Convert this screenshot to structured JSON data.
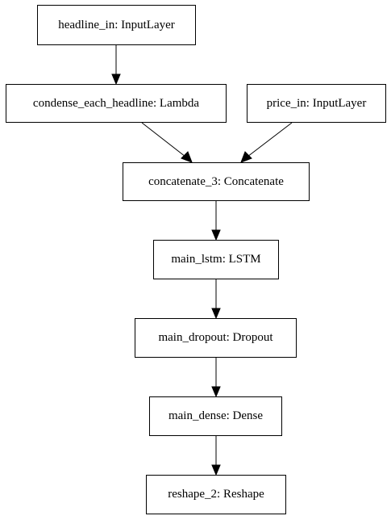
{
  "diagram": {
    "nodes": [
      {
        "id": "headline_in",
        "label": "headline_in: InputLayer"
      },
      {
        "id": "condense_each_headline",
        "label": "condense_each_headline: Lambda"
      },
      {
        "id": "price_in",
        "label": "price_in: InputLayer"
      },
      {
        "id": "concatenate_3",
        "label": "concatenate_3: Concatenate"
      },
      {
        "id": "main_lstm",
        "label": "main_lstm: LSTM"
      },
      {
        "id": "main_dropout",
        "label": "main_dropout: Dropout"
      },
      {
        "id": "main_dense",
        "label": "main_dense: Dense"
      },
      {
        "id": "reshape_2",
        "label": "reshape_2: Reshape"
      }
    ],
    "edges": [
      {
        "from": "headline_in",
        "to": "condense_each_headline"
      },
      {
        "from": "condense_each_headline",
        "to": "concatenate_3"
      },
      {
        "from": "price_in",
        "to": "concatenate_3"
      },
      {
        "from": "concatenate_3",
        "to": "main_lstm"
      },
      {
        "from": "main_lstm",
        "to": "main_dropout"
      },
      {
        "from": "main_dropout",
        "to": "main_dense"
      },
      {
        "from": "main_dense",
        "to": "reshape_2"
      }
    ]
  }
}
